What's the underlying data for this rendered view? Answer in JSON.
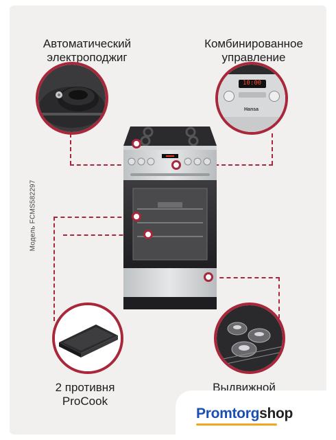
{
  "features": {
    "ignition": {
      "line1": "Автоматический",
      "line2": "электроподжиг"
    },
    "control": {
      "line1": "Комбинированное",
      "line2": "управление"
    },
    "trays": {
      "line1": "2 противня",
      "line2": "ProCook"
    },
    "rack": {
      "line1": "Выдвижной"
    }
  },
  "model_label": "Модель FCMS582297",
  "panel": {
    "display": "10:00",
    "brand": "Hansa"
  },
  "logo": {
    "brand": "Promtorg",
    "suffix": "shop"
  },
  "colors": {
    "accent": "#a8273b",
    "logo_blue": "#1a4fb4",
    "logo_orange": "#f2a51a"
  }
}
